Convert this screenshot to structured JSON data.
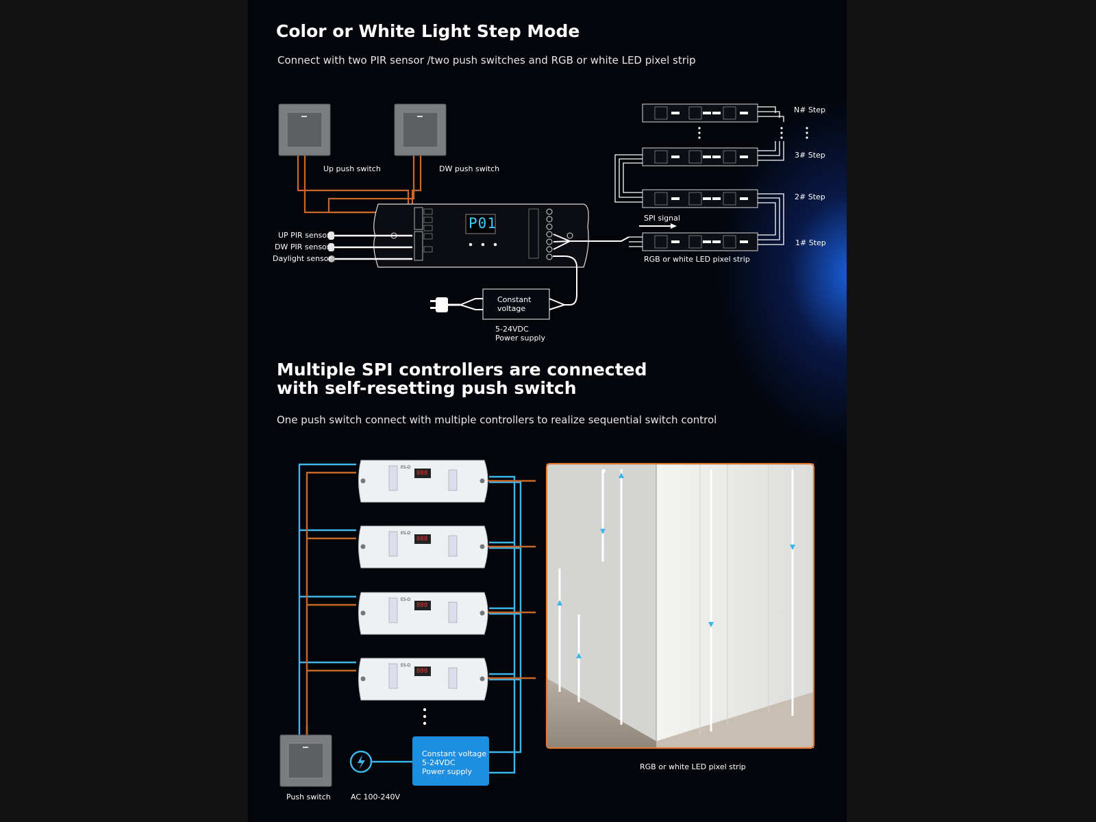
{
  "section1": {
    "title": "Color or White Light Step Mode",
    "subtitle": "Connect with two PIR sensor /two push switches and RGB or white LED pixel strip",
    "labels": {
      "up_push_switch": "Up push switch",
      "dw_push_switch": "DW push switch",
      "up_pir": "UP PIR sensor",
      "dw_pir": "DW PIR sensor",
      "daylight": "Daylight sensor",
      "display": "P01",
      "constant_voltage": "Constant\nvoltage",
      "power_supply": "5-24VDC\nPower supply",
      "spi_signal": "SPI signal",
      "strip": "RGB or white LED pixel strip",
      "steps": [
        "N# Step",
        "3# Step",
        "2# Step",
        "1# Step"
      ]
    }
  },
  "section2": {
    "title_line1": "Multiple SPI controllers are connected",
    "title_line2": "with self-resetting push switch",
    "subtitle": "One push switch connect with multiple controllers to realize sequential switch control",
    "labels": {
      "constant_voltage": "Constant voltage\n5-24VDC\nPower supply",
      "push_switch": "Push switch",
      "ac": "AC 100-240V",
      "strip": "RGB or white LED pixel strip",
      "controller_display": "888",
      "controller_brand": "ES-D"
    }
  },
  "colors": {
    "wire_orange": "#c8682a",
    "wire_blue": "#3fb5ea",
    "psu_blue": "#1e8fe0",
    "accent_blue": "#1f6fff"
  }
}
